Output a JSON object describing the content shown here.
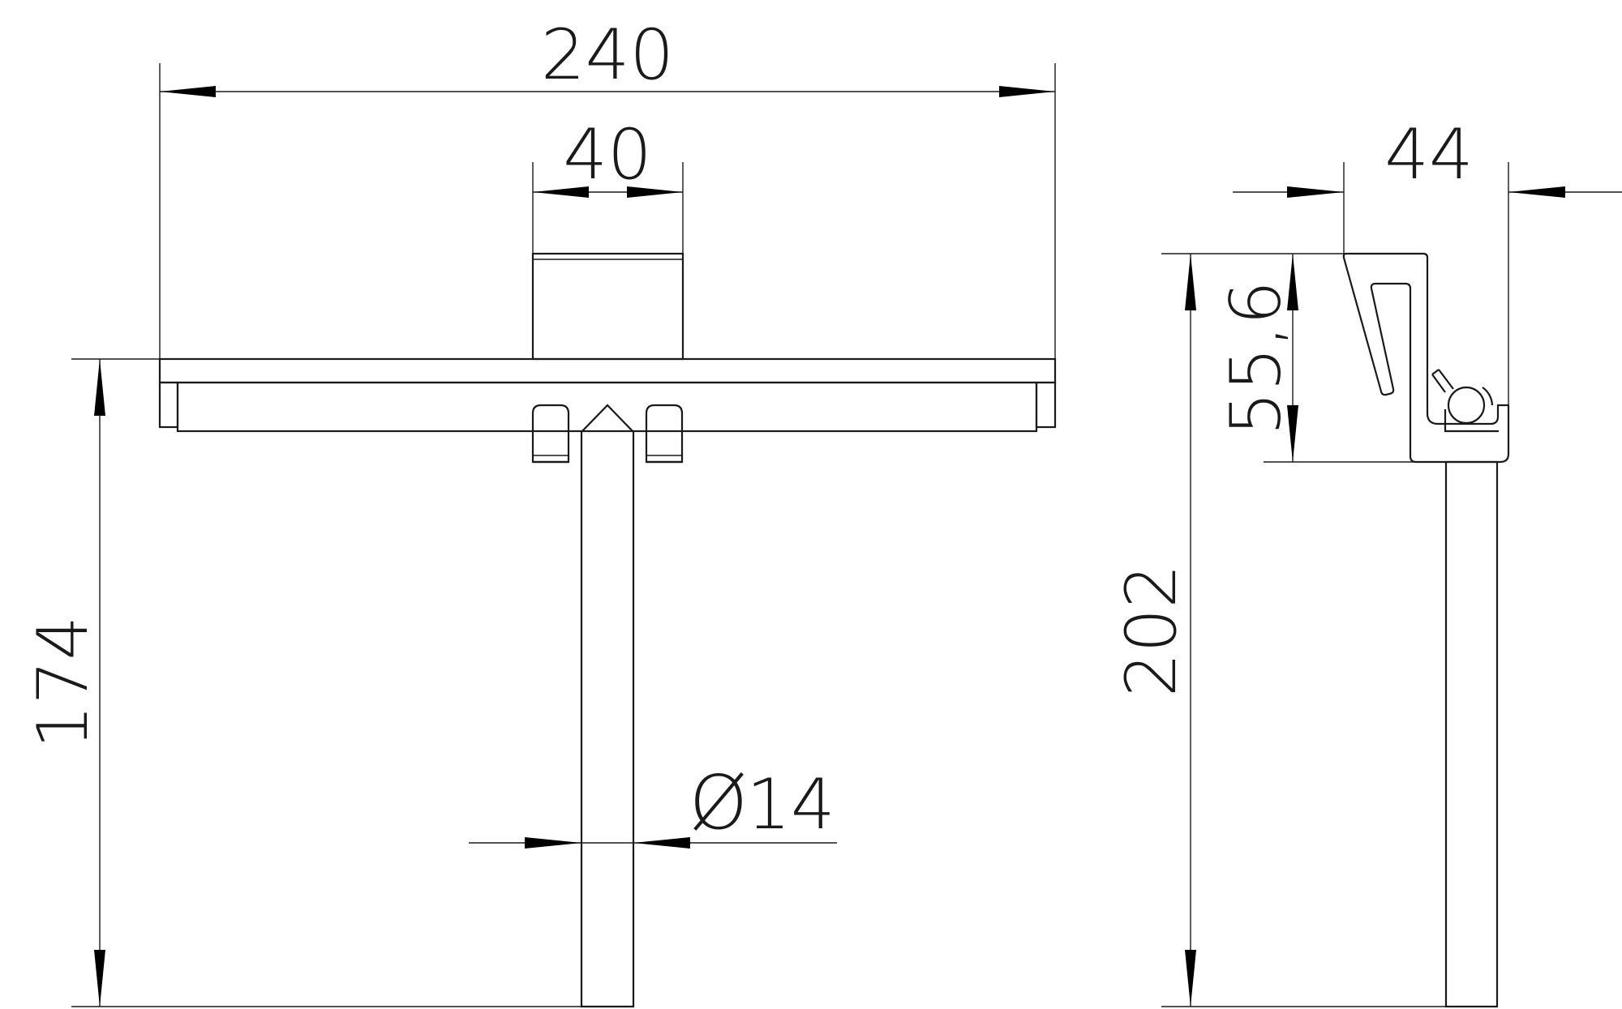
{
  "drawing": {
    "dimensions": {
      "overall_width": "240",
      "mount_width": "40",
      "side_depth": "44",
      "hook_height": "55,6",
      "front_height": "174",
      "side_height": "202",
      "rod_diameter": "14"
    },
    "symbols": {
      "diameter": "Ø"
    },
    "colors": {
      "line": "#1a1a1a",
      "arrow": "#000000",
      "background": "#ffffff"
    }
  }
}
